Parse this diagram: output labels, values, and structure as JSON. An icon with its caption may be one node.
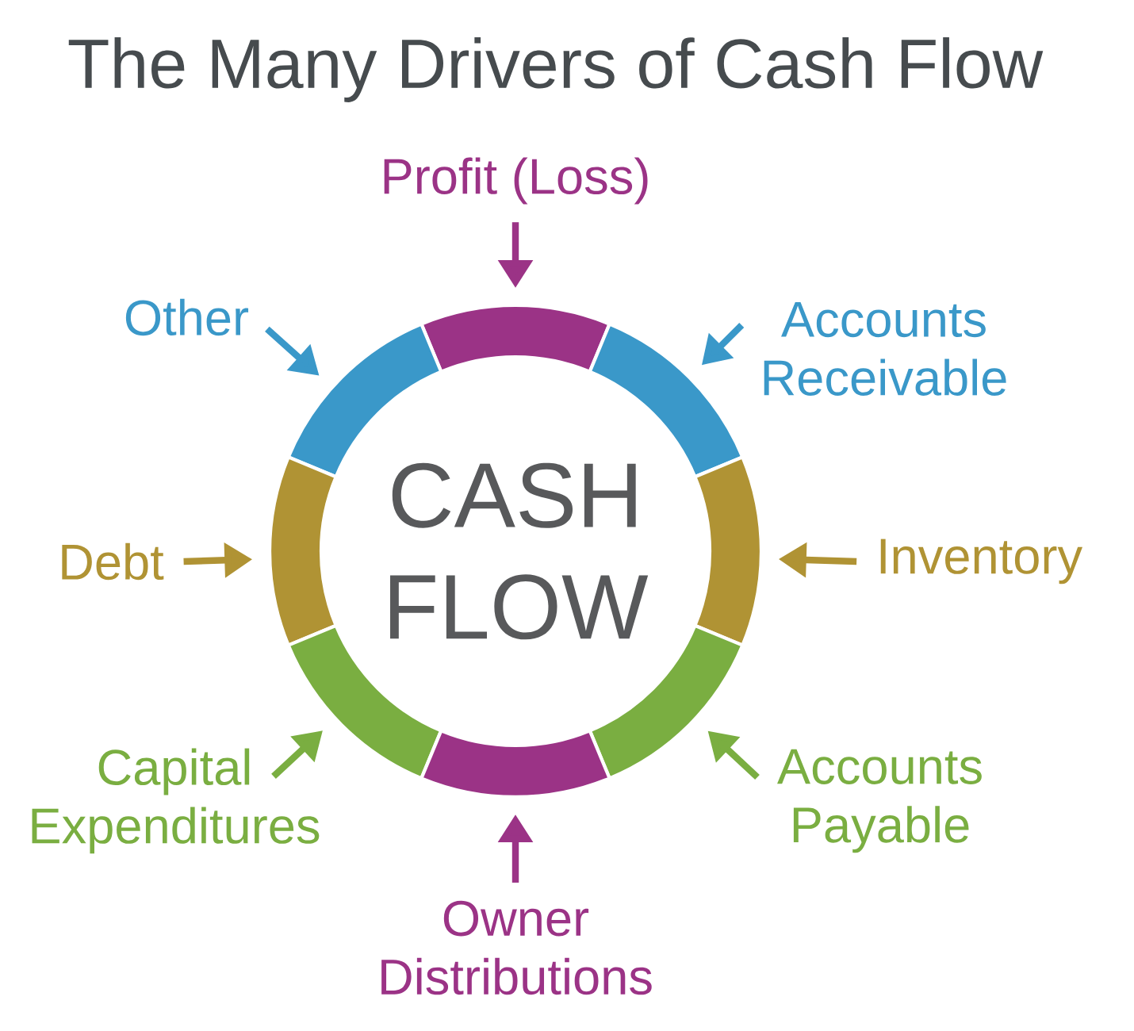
{
  "diagram": {
    "title": "The Many Drivers of Cash Flow",
    "nodes": [
      {
        "text": [
          "CASH FLOW"
        ]
      },
      {
        "text": [
          "Profit (Loss)"
        ]
      },
      {
        "text": [
          "Other"
        ]
      },
      {
        "text": [
          "Accounts Receivable"
        ]
      },
      {
        "text": [
          "Debt"
        ]
      },
      {
        "text": [
          "Inventory"
        ]
      },
      {
        "text": [
          "Capital Expenditures"
        ]
      },
      {
        "text": [
          "Accounts Payable"
        ]
      },
      {
        "text": [
          "Owner Distributions"
        ]
      }
    ],
    "edges": [
      {
        "from": 1,
        "to": 0,
        "arrow": "to",
        "color": "#9b3386"
      },
      {
        "from": 2,
        "to": 0,
        "arrow": "to",
        "color": "#3a98c9"
      },
      {
        "from": 3,
        "to": 0,
        "arrow": "to",
        "color": "#3a98c9"
      },
      {
        "from": 4,
        "to": 0,
        "arrow": "to",
        "color": "#b09334"
      },
      {
        "from": 5,
        "to": 0,
        "arrow": "to",
        "color": "#b09334"
      },
      {
        "from": 6,
        "to": 0,
        "arrow": "to",
        "color": "#7aae41"
      },
      {
        "from": 7,
        "to": 0,
        "arrow": "to",
        "color": "#7aae41"
      },
      {
        "from": 8,
        "to": 0,
        "arrow": "to",
        "color": "#9b3386"
      }
    ]
  }
}
